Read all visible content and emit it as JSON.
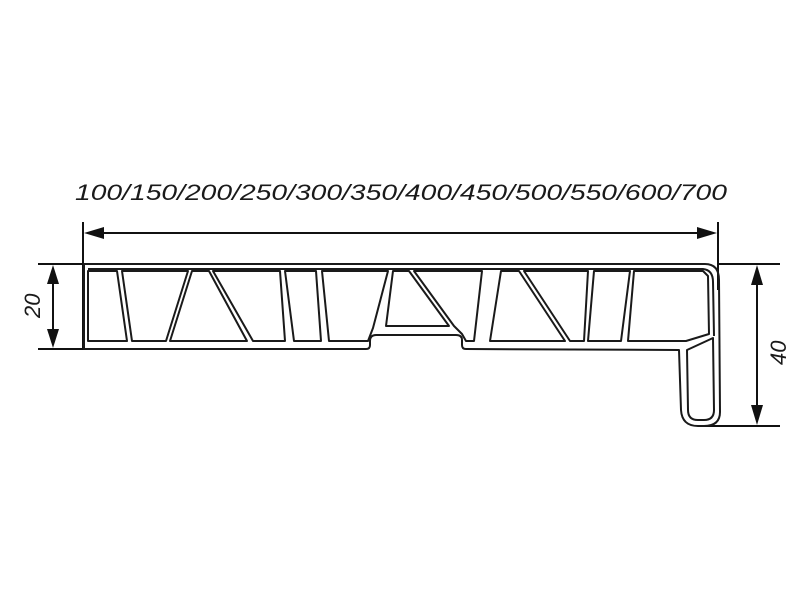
{
  "drawing": {
    "type": "window-sill-profile-cross-section",
    "width_dimension": {
      "label": "100/150/200/250/300/350/400/450/500/550/600/700",
      "values": [
        100,
        150,
        200,
        250,
        300,
        350,
        400,
        450,
        500,
        550,
        600,
        700
      ]
    },
    "left_height_dimension": {
      "label": "20",
      "value": 20
    },
    "right_height_dimension": {
      "label": "40",
      "value": 40
    },
    "colors": {
      "line": "#1a1a1a",
      "background": "#ffffff"
    }
  }
}
